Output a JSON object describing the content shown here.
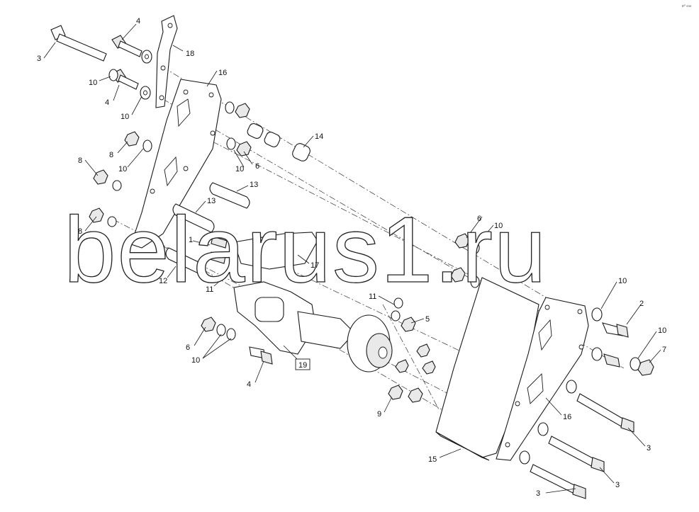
{
  "corner_mark": "e⁰ ∞∞",
  "watermark": {
    "text": "belarus1.ru"
  },
  "callouts": [
    {
      "text": "3"
    },
    {
      "text": "4"
    },
    {
      "text": "18"
    },
    {
      "text": "10"
    },
    {
      "text": "4"
    },
    {
      "text": "16"
    },
    {
      "text": "10"
    },
    {
      "text": "14"
    },
    {
      "text": "8"
    },
    {
      "text": "10"
    },
    {
      "text": "10"
    },
    {
      "text": "6"
    },
    {
      "text": "8"
    },
    {
      "text": "13"
    },
    {
      "text": "13"
    },
    {
      "text": "8"
    },
    {
      "text": "1"
    },
    {
      "text": "17"
    },
    {
      "text": "12"
    },
    {
      "text": "11"
    },
    {
      "text": "6"
    },
    {
      "text": "10"
    },
    {
      "text": "11"
    },
    {
      "text": "5"
    },
    {
      "text": "10"
    },
    {
      "text": "2"
    },
    {
      "text": "6"
    },
    {
      "text": "10"
    },
    {
      "text": "19"
    },
    {
      "text": "4"
    },
    {
      "text": "10"
    },
    {
      "text": "7"
    },
    {
      "text": "9"
    },
    {
      "text": "16"
    },
    {
      "text": "15"
    },
    {
      "text": "3"
    },
    {
      "text": "3"
    },
    {
      "text": "3"
    }
  ]
}
